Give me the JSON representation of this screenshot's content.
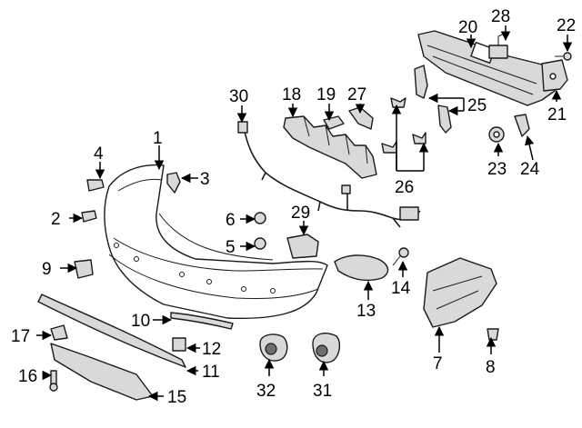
{
  "callouts": {
    "n1": "1",
    "n2": "2",
    "n3": "3",
    "n4": "4",
    "n5": "5",
    "n6": "6",
    "n7": "7",
    "n8": "8",
    "n9": "9",
    "n10": "10",
    "n11": "11",
    "n12": "12",
    "n13": "13",
    "n14": "14",
    "n15": "15",
    "n16": "16",
    "n17": "17",
    "n18": "18",
    "n19": "19",
    "n20": "20",
    "n21": "21",
    "n22": "22",
    "n23": "23",
    "n24": "24",
    "n25": "25",
    "n26": "26",
    "n27": "27",
    "n28": "28",
    "n29": "29",
    "n30": "30",
    "n31": "31",
    "n32": "32"
  }
}
